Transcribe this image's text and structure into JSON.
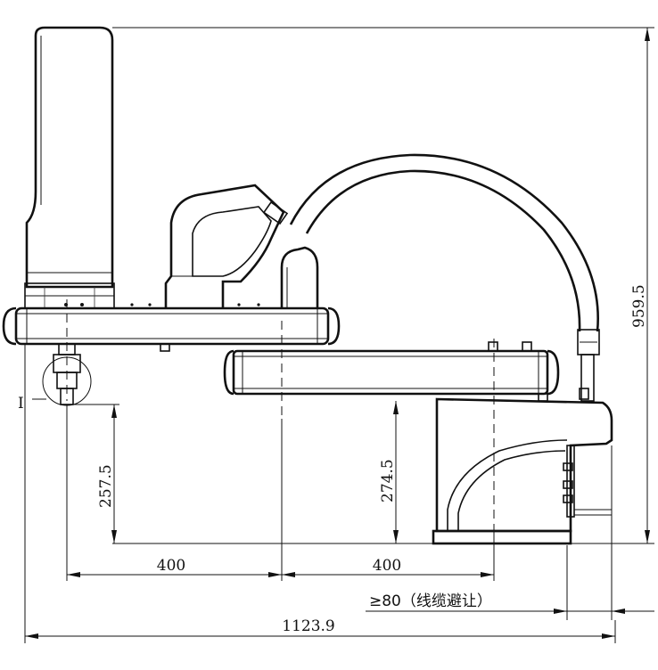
{
  "drawing": {
    "dimensions": {
      "total_height": "959.5",
      "total_width": "1123.9",
      "arm1_length": "400",
      "arm2_length": "400",
      "stroke_left": "257.5",
      "stroke_right": "274.5",
      "cable_clearance": "≥80（线缆避让）"
    },
    "detail_marker": "I"
  }
}
